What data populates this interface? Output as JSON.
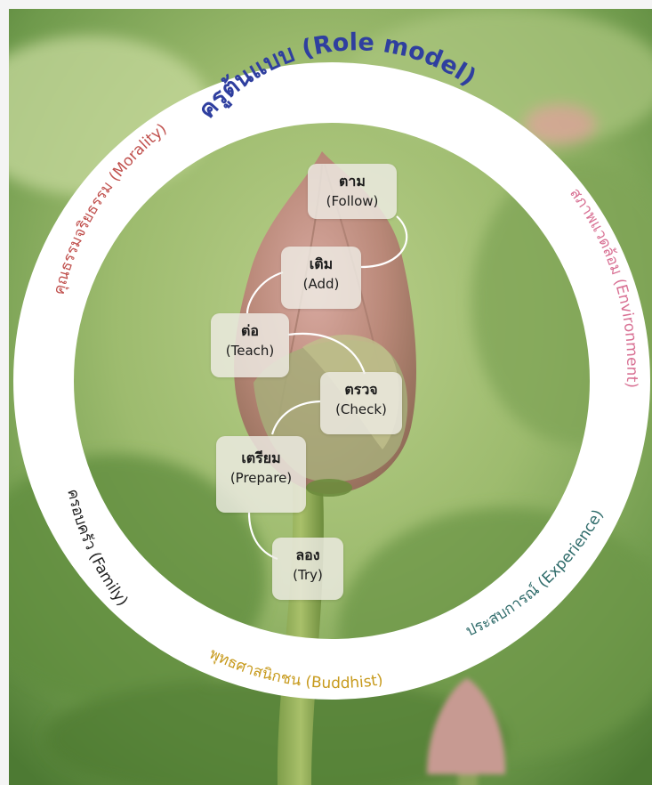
{
  "ring": {
    "title": "ครูต้นแบบ (Role model)",
    "labels": {
      "morality": "คุณธรรมจริยธรรม (Morality)",
      "environment": "สภาพแวดล้อม (Environment)",
      "family": "ครอบครัว (Family)",
      "experience": "ประสบการณ์ (Experience)",
      "buddhist": "พุทธศาสนิกชน (Buddhist)"
    }
  },
  "steps": [
    {
      "thai": "ตาม",
      "english": "(Follow)"
    },
    {
      "thai": "เติม",
      "english": "(Add)"
    },
    {
      "thai": "ต่อ",
      "english": "(Teach)"
    },
    {
      "thai": "ตรวจ",
      "english": "(Check)"
    },
    {
      "thai": "เตรียม",
      "english": "(Prepare)"
    },
    {
      "thai": "ลอง",
      "english": "(Try)"
    }
  ],
  "colors": {
    "title": "#2f3f9f",
    "morality": "#c0504d",
    "environment": "#d87093",
    "family": "#222222",
    "experience": "#2e6b6a",
    "buddhist": "#c79a1c",
    "ring": "#ffffff"
  }
}
